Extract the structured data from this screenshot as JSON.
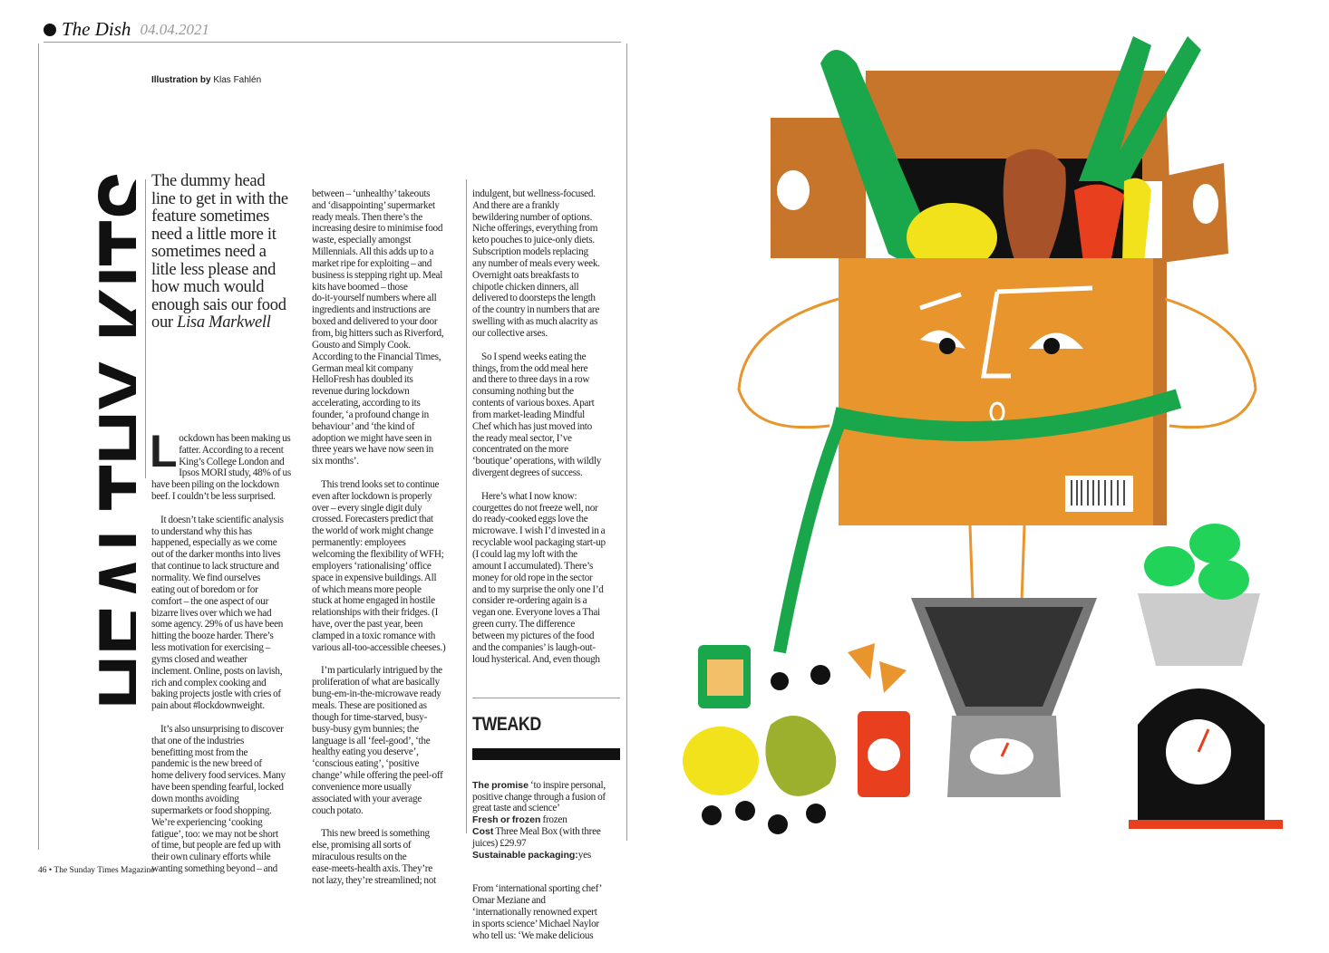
{
  "header": {
    "section": "The Dish",
    "date": "04.04.2021"
  },
  "credit": {
    "label": "Illustration by",
    "name": "Klas Fahlén"
  },
  "headline": "HEALTHY KITS",
  "standfirst": {
    "text": "The dummy head\nline to get in with the\nfeature sometimes\nneed a little more it\nsometimes need a\nlitle less please and\nhow much would\nenough sais our food\nour ",
    "author": "Lisa Markwell"
  },
  "body": {
    "dropcap": "L",
    "col1": [
      "ockdown has been making us\nfatter. According to a recent\nKing’s College London and\nIpsos MORI study, 48% of us\nhave been piling on the lockdown\nbeef. I couldn’t be less surprised.",
      "It doesn’t take scientific analysis\nto understand why this has\nhappened, especially as we come\nout of the darker months into lives\nthat continue to lack structure and\nnormality. We find ourselves\neating out of boredom or for\ncomfort – the one aspect of our\nbizarre lives over which we had\nsome agency. 29% of us have been\nhitting the booze harder. There’s\nless motivation for exercising –\ngyms closed and weather\ninclement. Online, posts on lavish,\nrich and complex cooking and\nbaking projects jostle with cries of\npain about #lockdownweight.",
      "It’s also unsurprising to discover\nthat one of the industries\nbenefitting most from the\npandemic is the new breed of\nhome delivery food services. Many\nhave been spending fearful, locked\ndown months avoiding\nsupermarkets or food shopping.\nWe’re experiencing ‘cooking\nfatigue’, too: we may not be short\nof time, but people are fed up with\ntheir own culinary efforts while\nwanting something beyond – and"
    ],
    "col2": [
      "between – ‘unhealthy’ takeouts\nand ‘disappointing’ supermarket\nready meals. Then there’s the\nincreasing desire to minimise food\nwaste, especially amongst\nMillennials. All this adds up to a\nmarket ripe for exploiting – and\nbusiness is stepping right up. Meal\nkits have boomed – those\ndo-it-yourself numbers where all\ningredients and instructions are\nboxed and delivered to your door\nfrom, big hitters such as Riverford,\nGousto and Simply Cook.\nAccording to the Financial Times,\nGerman meal kit company\nHelloFresh has doubled its\nrevenue during lockdown\naccelerating, according to its\nfounder, ‘a profound change in\nbehaviour’ and ‘the kind of\nadoption we might have seen in\nthree years we have now seen in\nsix months’.",
      "This trend looks set to continue\neven after lockdown is properly\nover – every single digit duly\ncrossed. Forecasters predict that\nthe world of work might change\npermanently: employees\nwelcoming the flexibility of WFH;\nemployers ‘rationalising’ office\nspace in expensive buildings. All\nof which means more people\nstuck at home engaged in hostile\nrelationships with their fridges. (I\nhave, over the past year, been\nclamped in a toxic romance with\nvarious all-too-accessible cheeses.)",
      "I’m particularly intrigued by the\nproliferation of what are basically\nbung-em-in-the-microwave ready\nmeals. These are positioned as\nthough for time-starved, busy-\nbusy-busy gym bunnies; the\nlanguage is all ‘feel-good’, ‘the\nhealthy eating you deserve’,\n‘conscious eating’, ‘positive\nchange’ while offering the peel-off\nconvenience more usually\nassociated with your average\ncouch potato.",
      "This new breed is something\nelse, promising all sorts of\nmiraculous results on the\nease-meets-health axis. They’re\nnot lazy, they’re streamlined; not"
    ],
    "col3": [
      "indulgent, but wellness-focused.\nAnd there are a frankly\nbewildering number of options.\nNiche offerings, everything from\nketo pouches to juice-only diets.\nSubscription models replacing\nany number of meals every week.\nOvernight oats breakfasts to\nchipotle chicken dinners, all\ndelivered to doorsteps the length\nof the country in numbers that are\nswelling with as much alacrity as\nour collective arses.",
      "So I spend weeks eating the\nthings, from the odd meal here\nand there to three days in a row\nconsuming nothing but the\ncontents of various boxes. Apart\nfrom market-leading Mindful\nChef which has just moved into\nthe ready meal sector, I’ve\nconcentrated on the more\n‘boutique’ operations, with wildly\ndivergent degrees of success.",
      "Here’s what I now know:\ncourgettes do not freeze well, nor\ndo ready-cooked eggs love the\nmicrowave. I wish I’d invested in a\nrecyclable wool packaging start-up\n(I could lag my loft with the\namount I accumulated). There’s\nmoney for old rope in the sector\nand to my surprise the only one I’d\nconsider re-ordering again is a\nvegan one. Everyone loves a Thai\ngreen curry. The difference\nbetween my pictures of the food\nand the companies’ is laugh-out-\nloud hysterical. And, even though"
    ]
  },
  "tweakd": {
    "title": "TWEAKD",
    "promise_label": "The promise",
    "promise": " ‘to inspire personal, positive change through a fusion of great taste and science’",
    "fresh_label": "Fresh or frozen",
    "fresh": " frozen",
    "cost_label": "Cost",
    "cost": " Three Meal Box (with three juices) £29.97",
    "packaging_label": "Sustainable packaging:",
    "packaging": "yes",
    "more": "From ‘international sporting chef’\nOmar Meziane and\n‘internationally renowned expert\nin sports science’ Michael Naylor\nwho tell us: ‘We make delicious"
  },
  "folio": "46 • The Sunday Times Magazine",
  "colors": {
    "orange": "#e8952e",
    "green": "#1aa64a",
    "red": "#e8401f",
    "yellow": "#f2e21c",
    "black": "#111111"
  }
}
